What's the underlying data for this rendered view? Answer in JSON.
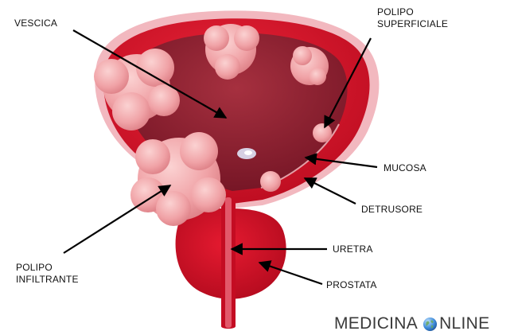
{
  "labels": {
    "vescica": "VESCICA",
    "polipo_superficiale": [
      "POLIPO",
      "SUPERFICIALE"
    ],
    "mucosa": "MUCOSA",
    "detrusore": "DETRUSORE",
    "uretra": "URETRA",
    "prostata": "PROSTATA",
    "polipo_infiltrante": [
      "POLIPO",
      "INFILTRANTE"
    ]
  },
  "brand": {
    "text_before": "MEDICINA",
    "text_after": "NLINE",
    "logo_icon": "globe-icon"
  },
  "colors": {
    "bladder_wall": "#d8102a",
    "bladder_outer_rim": "#f2b8bf",
    "bladder_lumen": "#8e1b2a",
    "polyp": "#f0a4a8",
    "prostata": "#cf0e26",
    "urethra": "#e2586a",
    "arrow": "#000000"
  }
}
